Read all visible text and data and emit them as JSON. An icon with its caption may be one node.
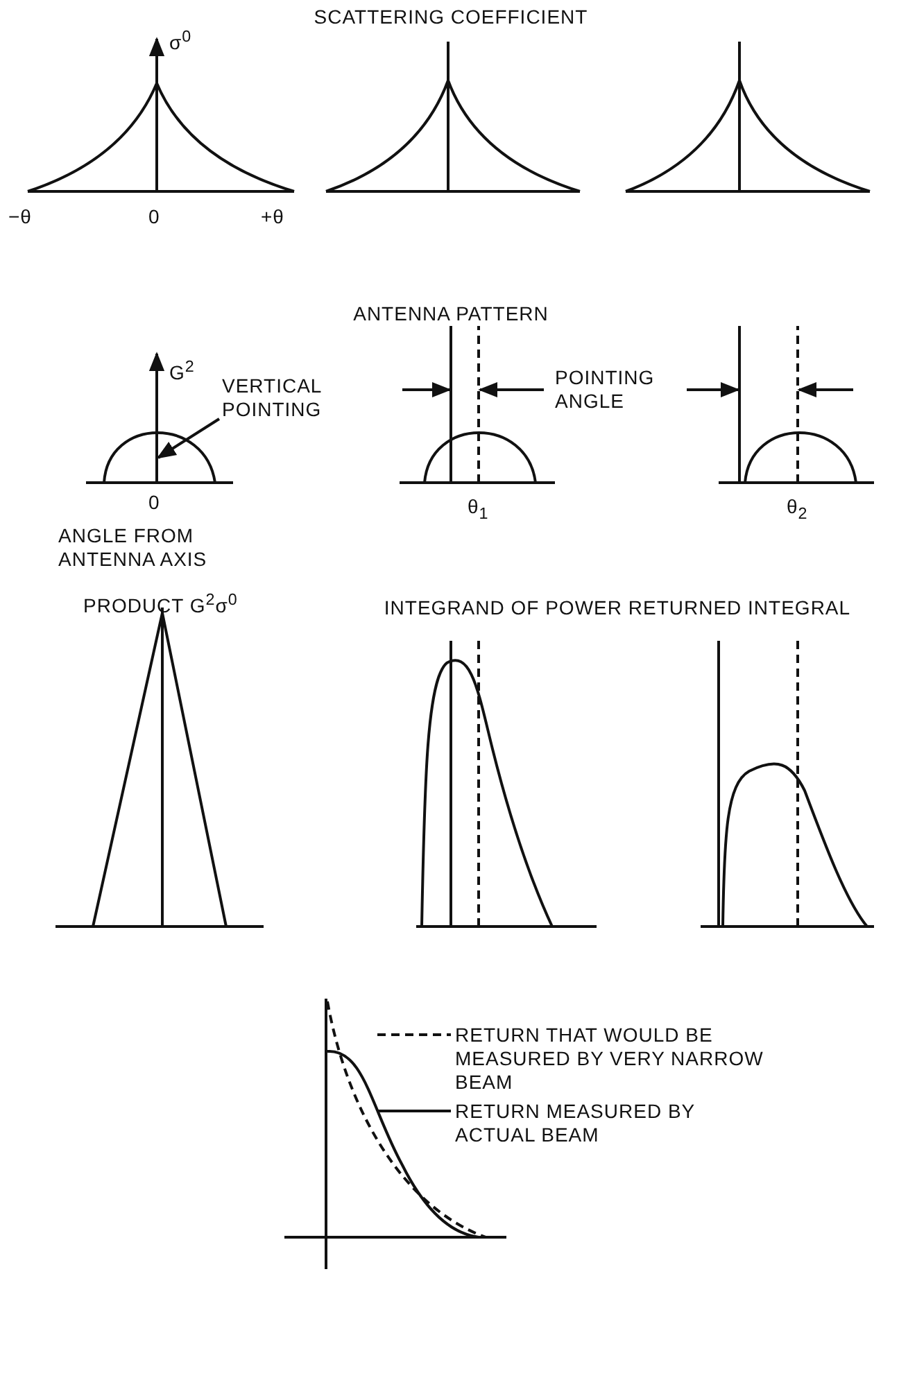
{
  "diagram": {
    "nodes": [
      {
        "text": [
          "VERTICAL POINTING"
        ]
      },
      {
        "text": [],
        "shape": "bar"
      }
    ],
    "edges": [
      {
        "from": 0,
        "to": 1,
        "arrow": "to"
      }
    ],
    "labels": [
      "SCATTERING COEFFICIENT",
      "σ$^{0}$",
      "−θ",
      "0",
      "+θ",
      "ANTENNA PATTERN",
      "G$^{2}$",
      "POINTING ANGLE",
      "0",
      "θ$_{1}$",
      "θ$_{2}$",
      "ANGLE FROM ANTENNA AXIS",
      "PRODUCT G$^{2}$σ$^{0}$",
      "INTEGRAND OF POWER RETURNED INTEGRAL"
    ],
    "legend": [
      {
        "text": "RETURN THAT WOULD BE MEASURED BY VERY NARROW BEAM"
      },
      {
        "text": "RETURN MEASURED BY ACTUAL BEAM"
      }
    ]
  }
}
